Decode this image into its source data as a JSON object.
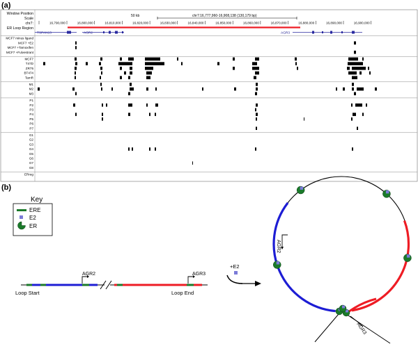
{
  "panels": {
    "a": "(a)",
    "b": "(b)"
  },
  "header": {
    "window_position": "Window Position",
    "scale": "Scale",
    "chrom": "chr7:",
    "er_loop": "ER Loop Region",
    "scale_value": "50 kb",
    "region_text": "chr7:16,777,960-16,908,138 (130,179 bp)"
  },
  "ticks": [
    "16,790,000",
    "16,800,000",
    "16,810,000",
    "16,820,000",
    "16,830,000",
    "16,840,000",
    "16,850,000",
    "16,860,000",
    "16,870,000",
    "16,880,000",
    "16,890,000",
    "16,900,000"
  ],
  "genes": {
    "tspan13": "TSPAN13",
    "agr2": "AGR2",
    "agr3": "AGR3"
  },
  "track_groups": [
    {
      "labels": [
        "MCF7 minus ligand",
        "MCF7 +E2",
        "MCF7 +Tamoxifen",
        "MCF7 +Fulvestrant"
      ],
      "peaks": [
        [],
        [
          [
            108,
            2
          ],
          [
            508,
            3
          ]
        ],
        [
          [
            108,
            2
          ]
        ],
        [
          [
            508,
            3
          ]
        ]
      ]
    },
    {
      "labels": [
        "MCF7",
        "T47D",
        "ZR75",
        "BT474",
        "TamR"
      ],
      "peaks": [
        [
          [
            107,
            3
          ],
          [
            144,
            3
          ],
          [
            172,
            3
          ],
          [
            184,
            8
          ],
          [
            208,
            22
          ],
          [
            254,
            2
          ],
          [
            334,
            3
          ],
          [
            366,
            6
          ],
          [
            423,
            3
          ],
          [
            500,
            14
          ],
          [
            520,
            2
          ]
        ],
        [
          [
            62,
            3
          ],
          [
            108,
            3
          ],
          [
            123,
            3
          ],
          [
            142,
            3
          ],
          [
            170,
            20
          ],
          [
            208,
            28
          ],
          [
            260,
            2
          ],
          [
            312,
            3
          ],
          [
            362,
            7
          ],
          [
            424,
            2
          ],
          [
            499,
            22
          ]
        ],
        [
          [
            107,
            3
          ],
          [
            144,
            3
          ],
          [
            172,
            3
          ],
          [
            186,
            4
          ],
          [
            208,
            12
          ],
          [
            334,
            3
          ],
          [
            362,
            10
          ],
          [
            426,
            2
          ],
          [
            498,
            4
          ],
          [
            505,
            20
          ],
          [
            528,
            2
          ]
        ],
        [
          [
            107,
            2
          ],
          [
            145,
            2
          ],
          [
            178,
            3
          ],
          [
            186,
            4
          ],
          [
            210,
            8
          ],
          [
            366,
            6
          ],
          [
            500,
            12
          ],
          [
            516,
            3
          ],
          [
            530,
            2
          ]
        ],
        [
          [
            107,
            2
          ],
          [
            143,
            2
          ],
          [
            172,
            3
          ],
          [
            184,
            3
          ],
          [
            210,
            6
          ],
          [
            364,
            4
          ],
          [
            505,
            8
          ]
        ]
      ]
    },
    {
      "labels": [
        "M1",
        "M2",
        "M3"
      ],
      "peaks": [
        [
          [
            144,
            2
          ],
          [
            186,
            3
          ],
          [
            367,
            3
          ],
          [
            505,
            3
          ]
        ],
        [
          [
            54,
            3
          ],
          [
            104,
            3
          ],
          [
            145,
            2
          ],
          [
            160,
            2
          ],
          [
            186,
            6
          ],
          [
            210,
            3
          ],
          [
            223,
            2
          ],
          [
            290,
            2
          ],
          [
            336,
            3
          ],
          [
            367,
            3
          ],
          [
            482,
            2
          ],
          [
            492,
            3
          ],
          [
            505,
            3
          ],
          [
            512,
            10
          ],
          [
            538,
            3
          ]
        ],
        [
          [
            108,
            2
          ],
          [
            184,
            3
          ],
          [
            366,
            3
          ],
          [
            508,
            3
          ]
        ]
      ]
    },
    {
      "labels": [
        "P1",
        "P2",
        "P3",
        "P4",
        "P5",
        "P6",
        "P7"
      ],
      "peaks": [
        [],
        [
          [
            105,
            3
          ],
          [
            146,
            2
          ],
          [
            152,
            2
          ],
          [
            184,
            6
          ],
          [
            210,
            2
          ],
          [
            223,
            4
          ],
          [
            367,
            3
          ],
          [
            504,
            2
          ],
          [
            510,
            10
          ],
          [
            525,
            2
          ]
        ],
        [
          [
            366,
            2
          ]
        ],
        [
          [
            108,
            2
          ],
          [
            146,
            2
          ],
          [
            184,
            3
          ],
          [
            214,
            2
          ],
          [
            222,
            2
          ],
          [
            367,
            3
          ],
          [
            506,
            5
          ],
          [
            520,
            2
          ]
        ],
        [
          [
            146,
            2
          ],
          [
            367,
            2
          ],
          [
            436,
            1
          ],
          [
            504,
            2
          ]
        ],
        [],
        [
          [
            367,
            2
          ],
          [
            512,
            2
          ]
        ]
      ]
    },
    {
      "labels": [
        "G1",
        "G2",
        "G3",
        "G4",
        "G5",
        "G6",
        "G7",
        "G8"
      ],
      "peaks": [
        [],
        [],
        [],
        [
          [
            184,
            2
          ],
          [
            189,
            2
          ],
          [
            214,
            2
          ],
          [
            222,
            2
          ],
          [
            366,
            2
          ],
          [
            505,
            2
          ]
        ],
        [],
        [],
        [
          [
            276,
            1
          ]
        ],
        []
      ]
    },
    {
      "labels": [
        "ERreg"
      ],
      "peaks": [
        []
      ]
    }
  ],
  "key": {
    "title": "Key",
    "items": [
      "ERE",
      "E2",
      "ER"
    ]
  },
  "linear": {
    "agr2": "AGR2",
    "agr3": "AGR3",
    "loop_start": "Loop Start",
    "loop_end": "Loop End",
    "arrow_label": "+E2"
  },
  "loop": {
    "agr2": "AGR2",
    "agr3": "AGR3"
  },
  "colors": {
    "red": "#ee1c24",
    "blue": "#1d1dd4",
    "green": "#1a7a2a",
    "purple": "#7b7bd8",
    "dark_blue": "#1b1b8f"
  }
}
